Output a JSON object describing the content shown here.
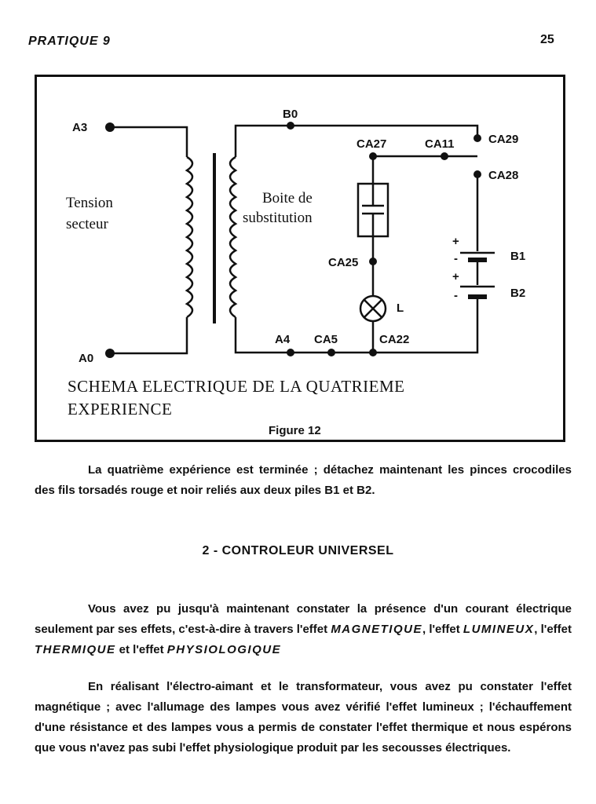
{
  "header": {
    "running_title": "PRATIQUE 9",
    "page_number": "25"
  },
  "figure": {
    "labels": {
      "a3": "A3",
      "a0": "A0",
      "b0": "B0",
      "a4": "A4",
      "ca5": "CA5",
      "ca22": "CA22",
      "ca25": "CA25",
      "ca27": "CA27",
      "ca11": "CA11",
      "ca29": "CA29",
      "ca28": "CA28",
      "b1": "B1",
      "b2": "B2",
      "lamp": "L",
      "plus": "+",
      "minus": "-"
    },
    "tension_line1": "Tension",
    "tension_line2": "secteur",
    "box_line1": "Boite de",
    "box_line2": "substitution",
    "caption_line1": "SCHEMA ELECTRIQUE DE LA QUATRIEME",
    "caption_line2": "EXPERIENCE",
    "figure_label": "Figure 12"
  },
  "paragraph1": "La quatrième expérience est terminée ; détachez maintenant les pinces crocodiles des fils torsadés rouge et noir reliés aux deux piles B1 et B2.",
  "section_heading": "2 - CONTROLEUR UNIVERSEL",
  "paragraph2": {
    "text1": "Vous avez pu jusqu'à maintenant constater la présence d'un courant électrique seulement par ses effets, c'est-à-dire à travers l'effet ",
    "effect_magnetic": "MAGNETIQUE",
    "text2": ", l'effet ",
    "effect_luminous": "LUMINEUX",
    "text3": ", l'effet ",
    "effect_thermal": "THERMIQUE",
    "text4": " et l'effet ",
    "effect_physio": "PHYSIOLOGIQUE"
  },
  "paragraph3": "En réalisant l'électro-aimant et le transformateur, vous avez pu constater l'effet magnétique ; avec l'allumage des lampes vous avez vérifié l'effet lumineux ; l'échauffement d'une résistance et des lampes vous a permis de constater l'effet thermique et nous espérons que vous n'avez pas subi l'effet physiologique produit par les secousses électriques."
}
